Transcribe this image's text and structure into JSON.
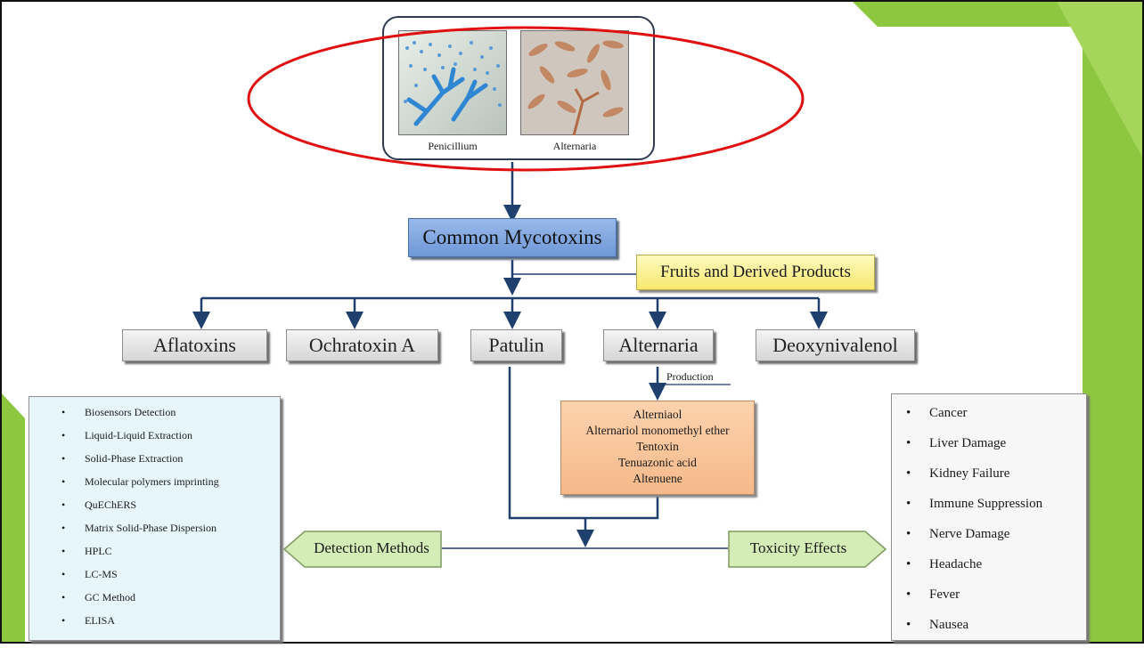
{
  "colors": {
    "slide_border": "#111111",
    "green_accent": "#8dc63f",
    "arrow": "#1f3f6d",
    "mycotoxin_box": "#7aa2e0",
    "fruits_box": "#fff59a",
    "production_box": "#f9c59a",
    "methods_box": "#e6f6fb",
    "effects_box": "#f7f7f7",
    "hex_green": "#d4ecb5",
    "highlight_ellipse": "#e01010"
  },
  "images": [
    {
      "label": "Penicillium",
      "icon": "penicillium-micrograph"
    },
    {
      "label": "Alternaria",
      "icon": "alternaria-micrograph"
    }
  ],
  "center_title": "Common Mycotoxins",
  "source_label": "Fruits and Derived Products",
  "toxins": [
    "Aflatoxins",
    "Ochratoxin A",
    "Patulin",
    "Alternaria",
    "Deoxynivalenol"
  ],
  "production_label": "Production",
  "alternaria_toxins": [
    "Alterniaol",
    "Alternariol monomethyl ether",
    "Tentoxin",
    "Tenuazonic acid",
    "Altenuene"
  ],
  "detection_label": "Detection Methods",
  "toxicity_label": "Toxicity Effects",
  "detection_methods": [
    "Biosensors Detection",
    "Liquid-Liquid Extraction",
    "Solid-Phase Extraction",
    "Molecular polymers imprinting",
    "QuEChERS",
    "Matrix Solid-Phase Dispersion",
    "HPLC",
    "LC-MS",
    "GC Method",
    "ELISA"
  ],
  "toxicity_effects": [
    "Cancer",
    "Liver Damage",
    "Kidney Failure",
    "Immune Suppression",
    "Nerve Damage",
    "Headache",
    "Fever",
    "Nausea"
  ]
}
